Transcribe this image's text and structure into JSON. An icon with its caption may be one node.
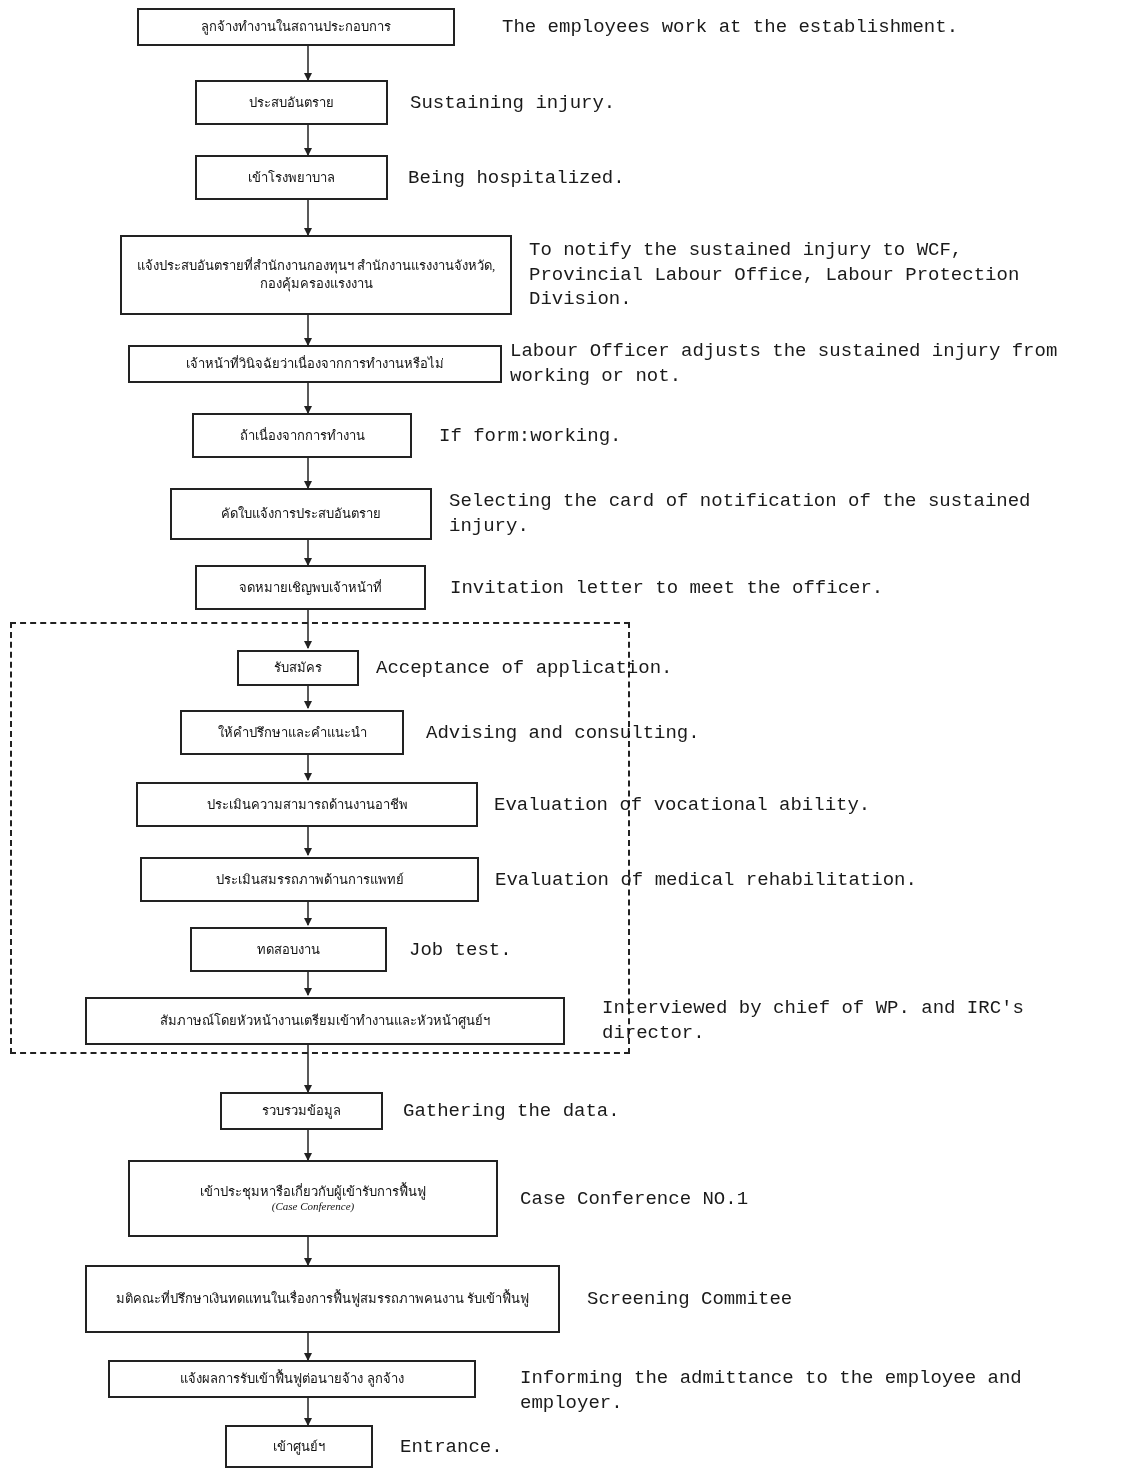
{
  "diagram": {
    "nodes": [
      {
        "text": [
          "ลูกจ้างทำงานในสถานประกอบการ"
        ],
        "beside": [
          "The employees work at the establishment."
        ]
      },
      {
        "text": [
          "ประสบอันตราย"
        ],
        "beside": [
          "Sustaining injury."
        ]
      },
      {
        "text": [
          "เข้าโรงพยาบาล"
        ],
        "beside": [
          "Being hospitalized."
        ]
      },
      {
        "text": [
          "แจ้งประสบอันตรายที่สำนักงานกองทุนฯ สำนักงานแรงงานจังหวัด, กองคุ้มครองแรงงาน"
        ],
        "beside": [
          "To notify the sustained injury to WCF, Provincial Labour Office, Labour Protection Division."
        ]
      },
      {
        "text": [
          "เจ้าหน้าที่วินิจฉัยว่าเนื่องจากการทำงานหรือไม่"
        ],
        "beside": [
          "Labour Officer adjusts the sustained injury from working or not."
        ]
      },
      {
        "text": [
          "ถ้าเนื่องจากการทำงาน"
        ],
        "beside": [
          "If form:working."
        ]
      },
      {
        "text": [
          "คัดใบแจ้งการประสบอันตราย"
        ],
        "beside": [
          "Selecting the card of notification of the sustained injury."
        ]
      },
      {
        "text": [
          "จดหมายเชิญพบเจ้าหน้าที่"
        ],
        "beside": [
          "Invitation letter to meet the officer."
        ]
      },
      {
        "text": [],
        "shape": "box"
      },
      {
        "text": [
          "รับสมัคร"
        ],
        "beside": [
          "Acceptance of application."
        ],
        "in": 8
      },
      {
        "text": [
          "ให้คำปรึกษาและคำแนะนำ"
        ],
        "beside": [
          "Advising and consulting."
        ],
        "in": 8
      },
      {
        "text": [
          "ประเมินความสามารถด้านงานอาชีพ"
        ],
        "beside": [
          "Evaluation of vocational ability."
        ],
        "in": 8
      },
      {
        "text": [
          "ประเมินสมรรถภาพด้านการแพทย์"
        ],
        "beside": [
          "Evaluation of medical rehabilitation."
        ],
        "in": 8
      },
      {
        "text": [
          "ทดสอบงาน"
        ],
        "beside": [
          "Job test."
        ],
        "in": 8
      },
      {
        "text": [
          "สัมภาษณ์โดยหัวหน้างานเตรียมเข้าทำงานและหัวหน้าศูนย์ฯ"
        ],
        "beside": [
          "Interviewed by chief of WP. and IRC's director."
        ],
        "in": 8
      },
      {
        "text": [
          "รวบรวมข้อมูล"
        ],
        "beside": [
          "Gathering the data."
        ]
      },
      {
        "text": [
          "เข้าประชุมหารือเกี่ยวกับผู้เข้ารับการฟื้นฟู",
          "(Case Conference)"
        ],
        "beside": [
          "Case Conference NO.1"
        ]
      },
      {
        "text": [
          "มติคณะที่ปรึกษาเงินทดแทนในเรื่องการฟื้นฟูสมรรถภาพคนงาน รับเข้าฟื้นฟู"
        ],
        "beside": [
          "Screening Commitee"
        ]
      },
      {
        "text": [
          "แจ้งผลการรับเข้าฟื้นฟูต่อนายจ้าง ลูกจ้าง"
        ],
        "beside": [
          "Informing the admittance to the employee and employer."
        ]
      },
      {
        "text": [
          "เข้าศูนย์ฯ"
        ],
        "beside": [
          "Entrance."
        ]
      }
    ],
    "edges": [
      {
        "from": 0,
        "to": 1,
        "arrow": "to"
      },
      {
        "from": 1,
        "to": 2,
        "arrow": "to"
      },
      {
        "from": 2,
        "to": 3,
        "arrow": "to"
      },
      {
        "from": 3,
        "to": 4,
        "arrow": "to"
      },
      {
        "from": 4,
        "to": 5,
        "arrow": "to"
      },
      {
        "from": 5,
        "to": 6,
        "arrow": "to"
      },
      {
        "from": 6,
        "to": 7,
        "arrow": "to"
      },
      {
        "from": 7,
        "to": 9,
        "arrow": "to"
      },
      {
        "from": 9,
        "to": 10,
        "arrow": "to"
      },
      {
        "from": 10,
        "to": 11,
        "arrow": "to"
      },
      {
        "from": 11,
        "to": 12,
        "arrow": "to"
      },
      {
        "from": 12,
        "to": 13,
        "arrow": "to"
      },
      {
        "from": 13,
        "to": 14,
        "arrow": "to"
      },
      {
        "from": 14,
        "to": 15,
        "arrow": "to"
      },
      {
        "from": 15,
        "to": 16,
        "arrow": "to"
      },
      {
        "from": 16,
        "to": 17,
        "arrow": "to"
      },
      {
        "from": 17,
        "to": 18,
        "arrow": "to"
      },
      {
        "from": 18,
        "to": 19,
        "arrow": "to"
      }
    ]
  }
}
